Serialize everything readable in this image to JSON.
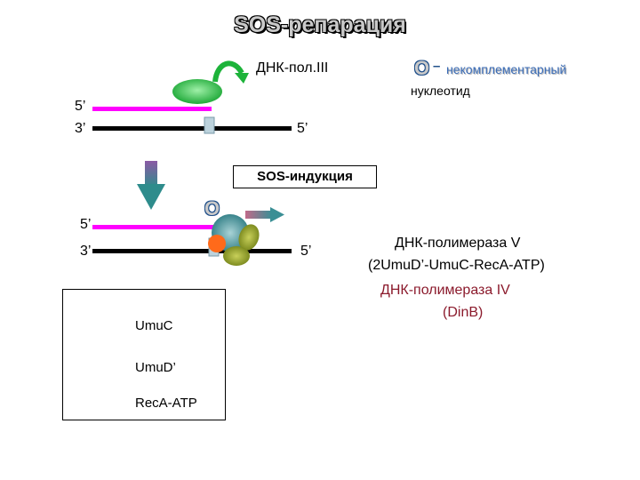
{
  "title": "SOS-репарация",
  "top_diagram": {
    "label_5_upper": "5’",
    "label_3_lower": "3’",
    "label_5_right": "5’",
    "polymerase_label": "ДНК-пол.III"
  },
  "mismatch_legend": {
    "symbol": "О",
    "dash": "–",
    "line1": "некомплементарный",
    "line2": "нуклеотид"
  },
  "sos_induction": "SOS-индукция",
  "bottom_diagram": {
    "label_5_upper": "5’",
    "label_3_lower": "3’",
    "label_5_right": "5’",
    "mismatch_symbol": "О"
  },
  "pol_v": {
    "line1": "ДНК-полимераза V",
    "line2": "(2UmuD’-UmuC-RecA-ATP)"
  },
  "pol_iv": {
    "line1": "ДНК-полимераза IV",
    "line2": "(DinB)"
  },
  "legend": {
    "items": [
      {
        "label": "UmuC"
      },
      {
        "label": "UmuD’"
      },
      {
        "label": "RecA-ATP"
      }
    ]
  },
  "colors": {
    "primer": "#ff00ff",
    "template": "#000000",
    "polymerase_iii": "#1db33a",
    "umuc": "#3a8f95",
    "umud": "#8a9b1f",
    "reca": "#ff6a1a",
    "arrow_teal": "#4a8c8a",
    "pol_iv_text": "#8b1a2c"
  }
}
